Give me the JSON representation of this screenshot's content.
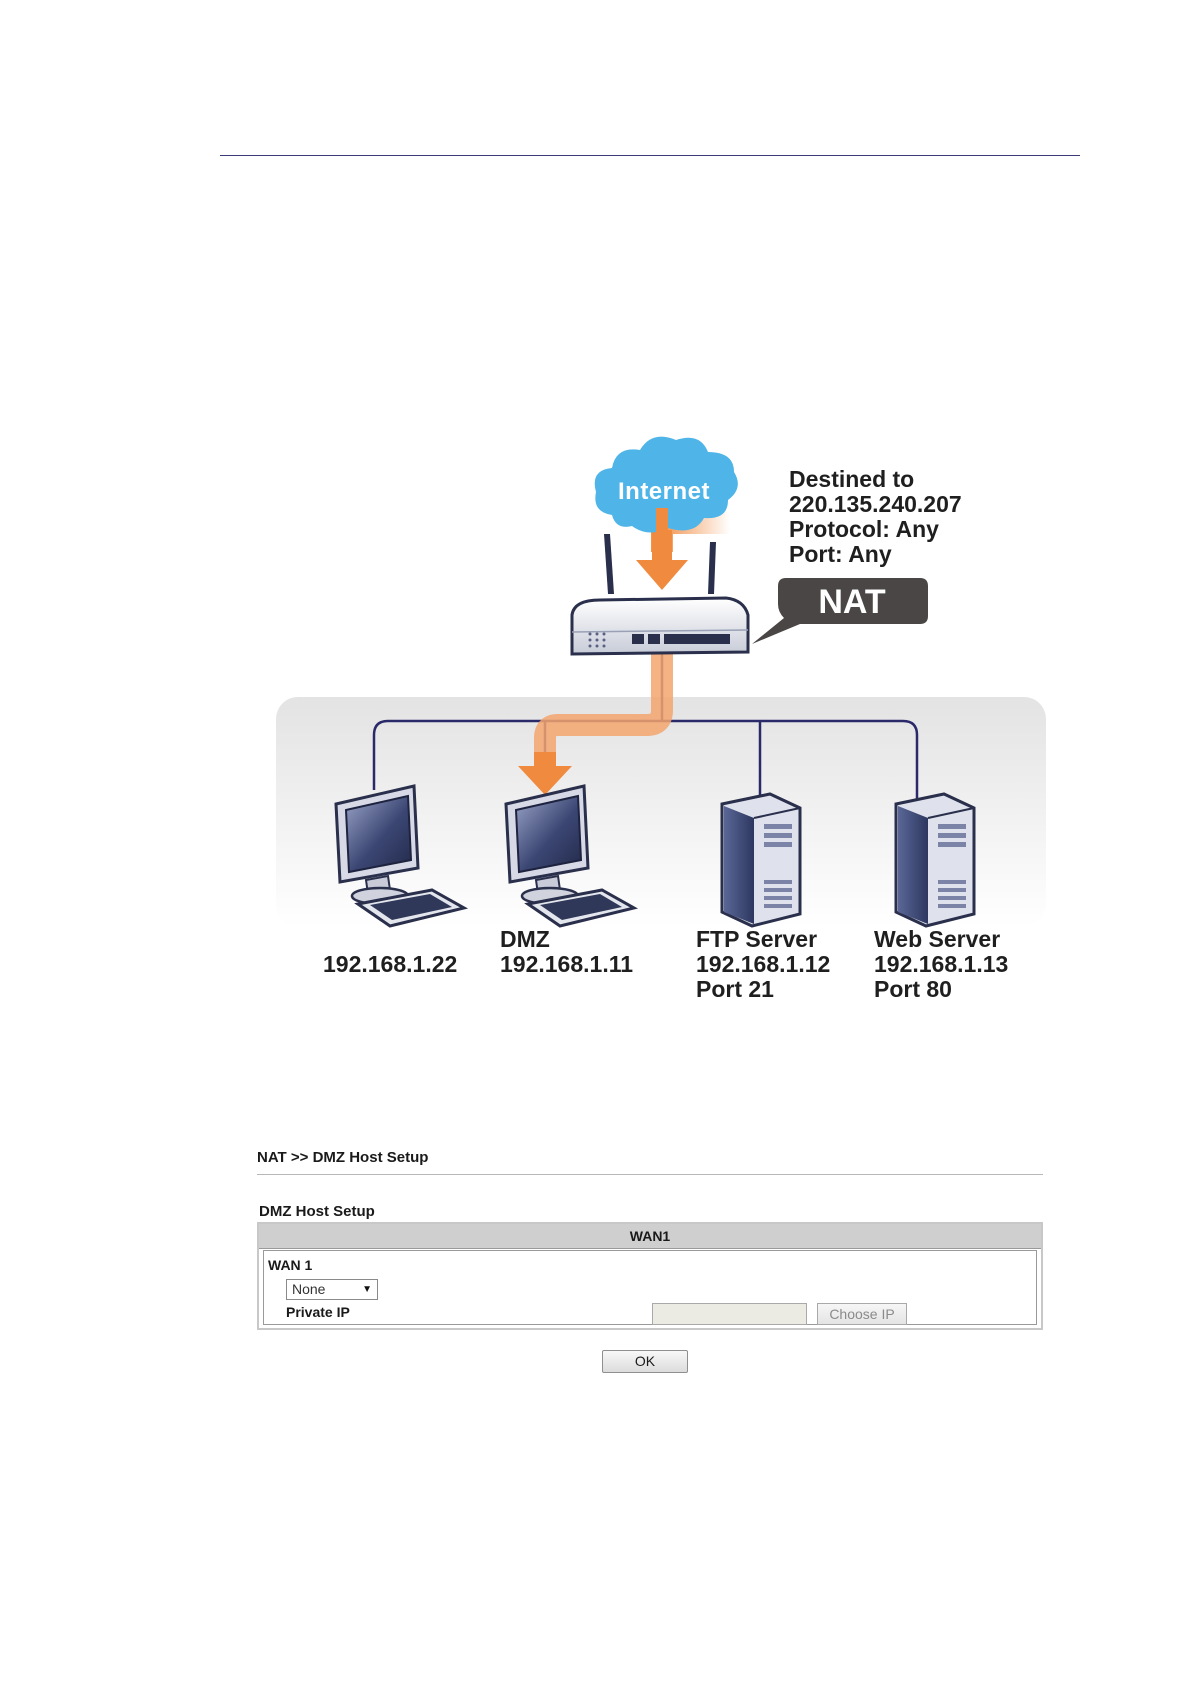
{
  "diagram": {
    "internet_label": "Internet",
    "nat_label": "NAT",
    "destination_lines": [
      "Destined to",
      "220.135.240.207",
      "Protocol: Any",
      "Port: Any"
    ],
    "hosts": [
      {
        "lines": [
          "192.168.1.22"
        ]
      },
      {
        "lines": [
          "DMZ",
          "192.168.1.11"
        ]
      },
      {
        "lines": [
          "FTP Server",
          "192.168.1.12",
          "Port 21"
        ]
      },
      {
        "lines": [
          "Web Server",
          "192.168.1.13",
          "Port 80"
        ]
      }
    ],
    "colors": {
      "flow_arrow": "#f0883a",
      "link_line": "#2a2a6a",
      "cloud": "#4fb4e8",
      "bubble": "#4a4646"
    }
  },
  "ui": {
    "breadcrumb": "NAT >> DMZ Host Setup",
    "section_title": "DMZ Host Setup",
    "table_header": "WAN1",
    "wan_label": "WAN 1",
    "dmz_select_value": "None",
    "private_ip_label": "Private IP",
    "private_ip_value": "",
    "choose_ip_button": "Choose IP",
    "ok_button": "OK"
  }
}
